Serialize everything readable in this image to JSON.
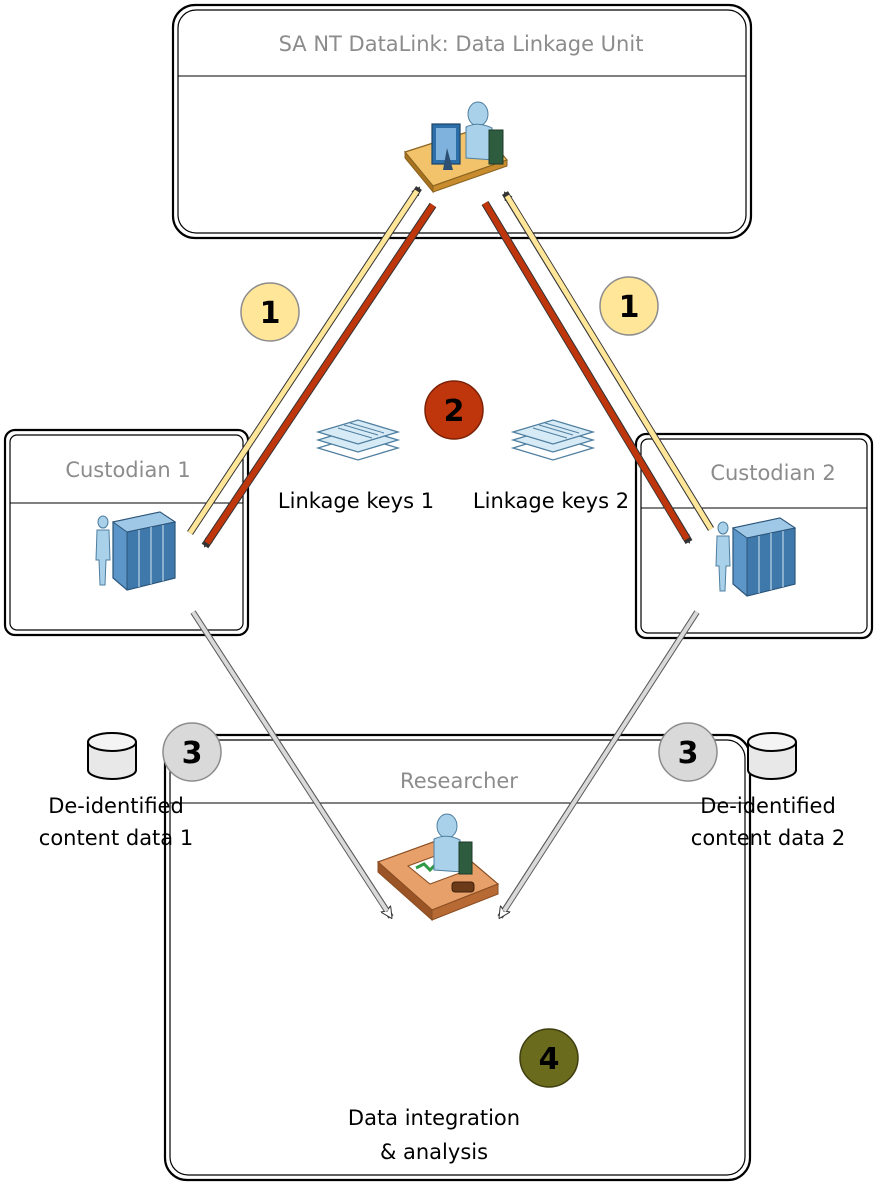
{
  "linkage_unit": {
    "title": "SA NT DataLink: Data Linkage Unit",
    "icon": "operator-at-desk-icon"
  },
  "custodian_1": {
    "title": "Custodian 1",
    "icon": "server-rack-with-person-icon"
  },
  "custodian_2": {
    "title": "Custodian 2",
    "icon": "server-rack-with-person-icon"
  },
  "researcher": {
    "title": "Researcher",
    "icon": "researcher-at-desk-icon"
  },
  "keys": {
    "label_1": "Linkage keys 1",
    "label_2": "Linkage keys 2",
    "icon": "document-stack-icon"
  },
  "content": {
    "label_1_line1": "De-identified",
    "label_1_line2": "content data 1",
    "label_2_line1": "De-identified",
    "label_2_line2": "content data 2",
    "icon": "database-cylinder-icon"
  },
  "integration": {
    "line1": "Data integration",
    "line2": "& analysis"
  },
  "steps": {
    "step_1": "1",
    "step_2": "2",
    "step_3": "3",
    "step_4": "4"
  },
  "colors": {
    "step_1_fill": "#ffe699",
    "step_2_fill": "#c0360c",
    "step_3_fill": "#d9d9d9",
    "step_4_fill": "#6b6b1e",
    "arrow_send_id": "#ffe699",
    "arrow_return_key": "#c0360c",
    "arrow_content": "#d9d9d9",
    "box_title": "#8c8c8c"
  }
}
